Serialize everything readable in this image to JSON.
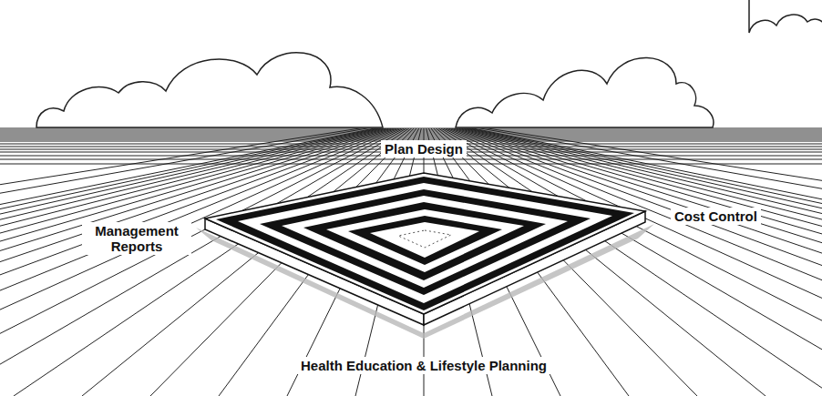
{
  "diagram": {
    "labels": [
      "Plan Design",
      "Management Reports",
      "Cost Control",
      "Health Education & Lifestyle Planning"
    ]
  }
}
